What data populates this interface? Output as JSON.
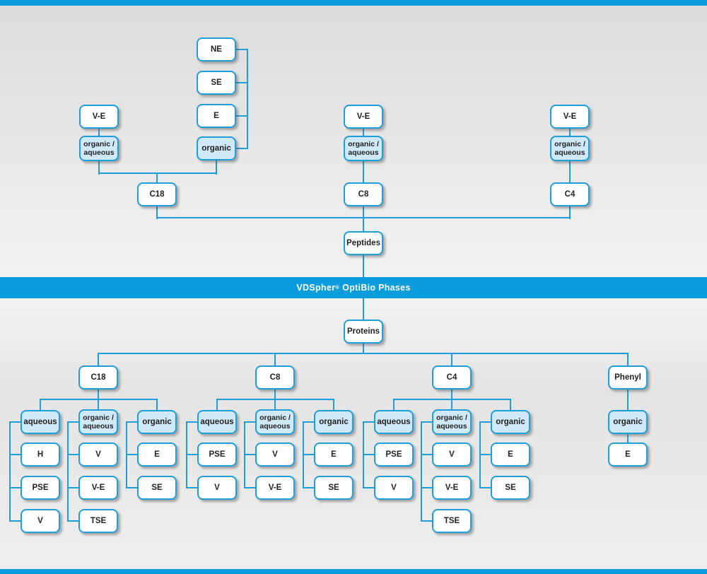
{
  "banner": {
    "brand": "VDSpher",
    "reg_mark": "®",
    "suffix": "OptiBio Phases"
  },
  "colors": {
    "accent": "#1f9ed9",
    "banner_bg": "#0a9cdb",
    "box_fill_light": "#cfe9f8",
    "box_fill_white": "#ffffff",
    "text": "#231f20"
  },
  "peptides": {
    "root_label": "Peptides",
    "columns": [
      {
        "column_label": "C18",
        "ve_label": "V-E",
        "orgaq_label": "organic /\naqueous",
        "organic_label": "organic",
        "organic_types": [
          "NE",
          "SE",
          "E"
        ]
      },
      {
        "column_label": "C8",
        "ve_label": "V-E",
        "orgaq_label": "organic /\naqueous"
      },
      {
        "column_label": "C4",
        "ve_label": "V-E",
        "orgaq_label": "organic /\naqueous"
      }
    ]
  },
  "proteins": {
    "root_label": "Proteins",
    "branches": [
      {
        "column_label": "C18",
        "groups": [
          {
            "phase_label": "aqueous",
            "types": [
              "H",
              "PSE",
              "V"
            ]
          },
          {
            "phase_label": "organic /\naqueous",
            "types": [
              "V",
              "V-E",
              "TSE"
            ]
          },
          {
            "phase_label": "organic",
            "types": [
              "E",
              "SE"
            ]
          }
        ]
      },
      {
        "column_label": "C8",
        "groups": [
          {
            "phase_label": "aqueous",
            "types": [
              "PSE",
              "V"
            ]
          },
          {
            "phase_label": "organic /\naqueous",
            "types": [
              "V",
              "V-E"
            ]
          },
          {
            "phase_label": "organic",
            "types": [
              "E",
              "SE"
            ]
          }
        ]
      },
      {
        "column_label": "C4",
        "groups": [
          {
            "phase_label": "aqueous",
            "types": [
              "PSE",
              "V"
            ]
          },
          {
            "phase_label": "organic /\naqueous",
            "types": [
              "V",
              "V-E",
              "TSE"
            ]
          },
          {
            "phase_label": "organic",
            "types": [
              "E",
              "SE"
            ]
          }
        ]
      },
      {
        "column_label": "Phenyl",
        "groups": [
          {
            "phase_label": "organic",
            "types": [
              "E"
            ]
          }
        ]
      }
    ]
  }
}
